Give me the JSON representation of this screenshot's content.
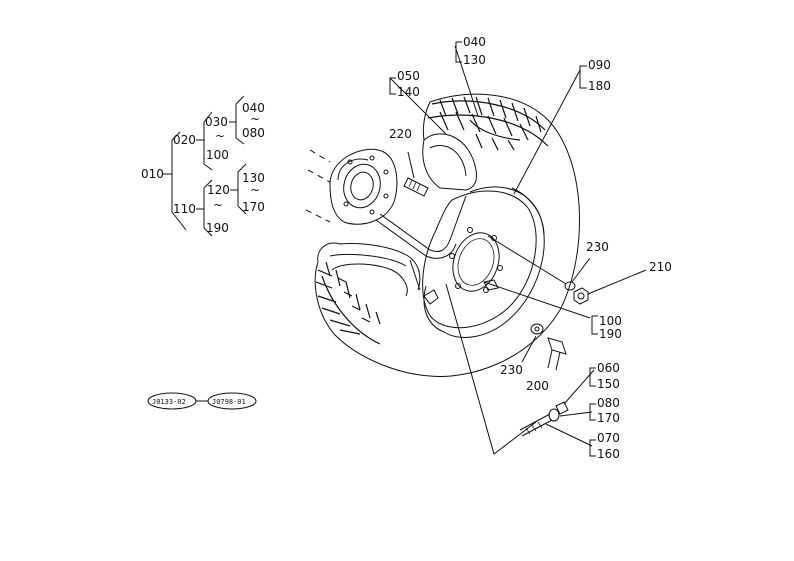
{
  "tree": {
    "root": "010",
    "b020": "020",
    "b030": "030",
    "b040": "040",
    "tilde1": "~",
    "b080": "080",
    "tilde2": "~",
    "b100": "100",
    "b110": "110",
    "b120": "120",
    "tilde3": "~",
    "b190": "190",
    "b130": "130",
    "tilde4": "~",
    "b170": "170"
  },
  "refs": {
    "ref_left": "J0133-02",
    "ref_right": "J0798-01"
  },
  "callouts": {
    "c040": "040",
    "c130": "130",
    "c090": "090",
    "c180": "180",
    "c050": "050",
    "c140": "140",
    "c220": "220",
    "c230a": "230",
    "c210": "210",
    "c100": "100",
    "c190": "190",
    "c230b": "230",
    "c200": "200",
    "c060": "060",
    "c150": "150",
    "c080": "080",
    "c170": "170",
    "c070": "070",
    "c160": "160"
  }
}
